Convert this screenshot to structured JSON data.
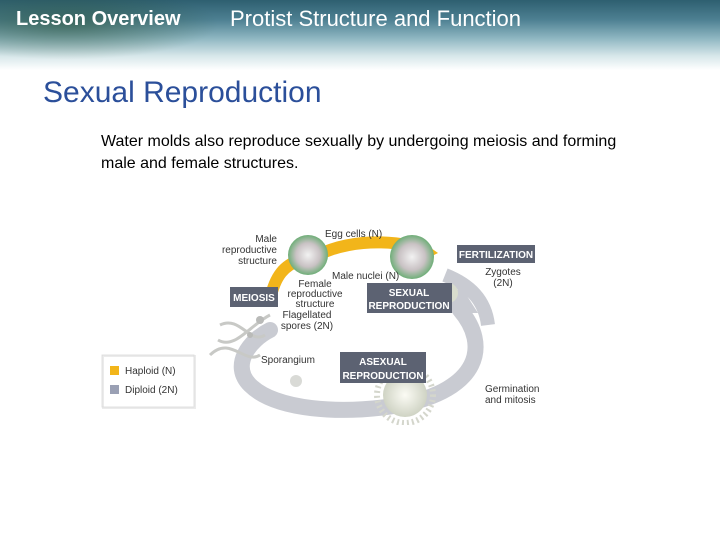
{
  "header": {
    "lesson_label": "Lesson Overview",
    "topic": "Protist Structure and Function"
  },
  "slide": {
    "title": "Sexual Reproduction",
    "body": "Water molds also reproduce sexually by undergoing meiosis and forming male and female structures."
  },
  "diagram": {
    "labels": {
      "male_structure": [
        "Male",
        "reproductive",
        "structure"
      ],
      "egg_cells": "Egg cells (N)",
      "fertilization": "FERTILIZATION",
      "zygotes": [
        "Zygotes",
        "(2N)"
      ],
      "male_nuclei": "Male nuclei (N)",
      "female_structure": [
        "Female",
        "reproductive",
        "structure"
      ],
      "meiosis": "MEIOSIS",
      "sexual_reproduction": [
        "SEXUAL",
        "REPRODUCTION"
      ],
      "flagellated_spores": [
        "Flagellated",
        "spores (2N)"
      ],
      "sporangium": "Sporangium",
      "asexual_reproduction": [
        "ASEXUAL",
        "REPRODUCTION"
      ],
      "germination": [
        "Germination",
        "and mitosis"
      ]
    },
    "legend": [
      {
        "label": "Haploid (N)",
        "color": "#f2b51a"
      },
      {
        "label": "Diploid (2N)",
        "color": "#9aa0b4"
      }
    ],
    "colors": {
      "haploid_arrow": "#f2b51a",
      "diploid_arrow": "#c9cbd2",
      "box": "#5c6272"
    }
  }
}
